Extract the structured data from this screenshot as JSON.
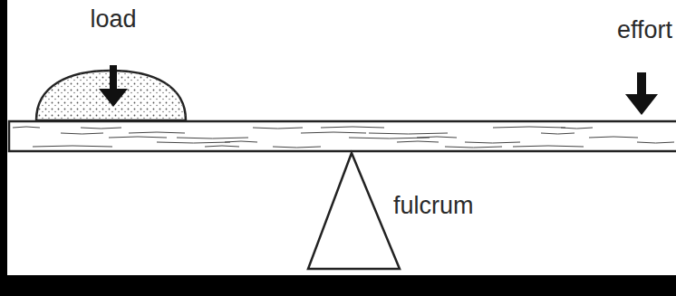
{
  "diagram": {
    "labels": [
      "load",
      "effort",
      "fulcrum"
    ]
  }
}
